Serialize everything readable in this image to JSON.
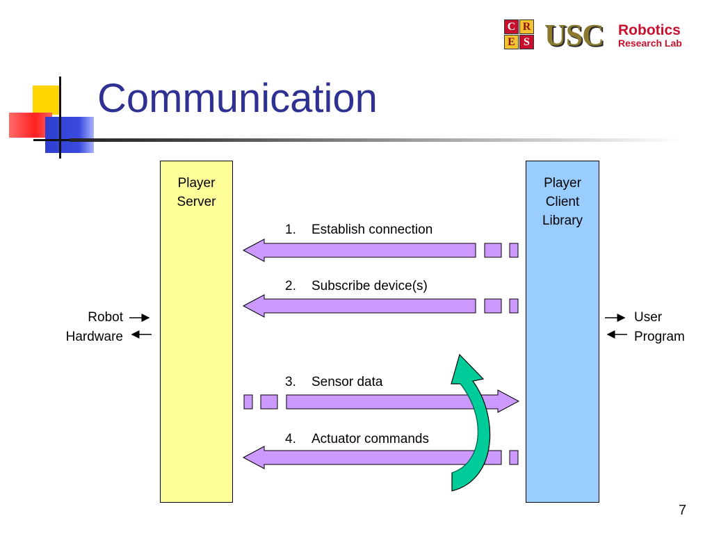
{
  "slide": {
    "title": "Communication",
    "page_number": "7"
  },
  "logo": {
    "cres_letters": [
      "C",
      "R",
      "E",
      "S"
    ],
    "usc": "USC",
    "robotics": "Robotics",
    "research": "Research Lab"
  },
  "boxes": {
    "server": "Player\nServer",
    "client": "Player\nClient\nLibrary"
  },
  "side_labels": {
    "robot": "Robot\nHardware",
    "user": "User\nProgram"
  },
  "messages": [
    {
      "num": "1.",
      "text": "Establish connection",
      "direction": "to-server"
    },
    {
      "num": "2.",
      "text": "Subscribe device(s)",
      "direction": "to-server"
    },
    {
      "num": "3.",
      "text": "Sensor data",
      "direction": "to-client"
    },
    {
      "num": "4.",
      "text": "Actuator commands",
      "direction": "to-server"
    }
  ],
  "colors": {
    "title": "#2e3192",
    "server_box": "#ffff99",
    "client_box": "#99ccff",
    "message_arrow": "#cc99ff",
    "loop_arrow": "#00cc99"
  },
  "icons": {
    "loop": "curved-loop-arrow-icon"
  }
}
